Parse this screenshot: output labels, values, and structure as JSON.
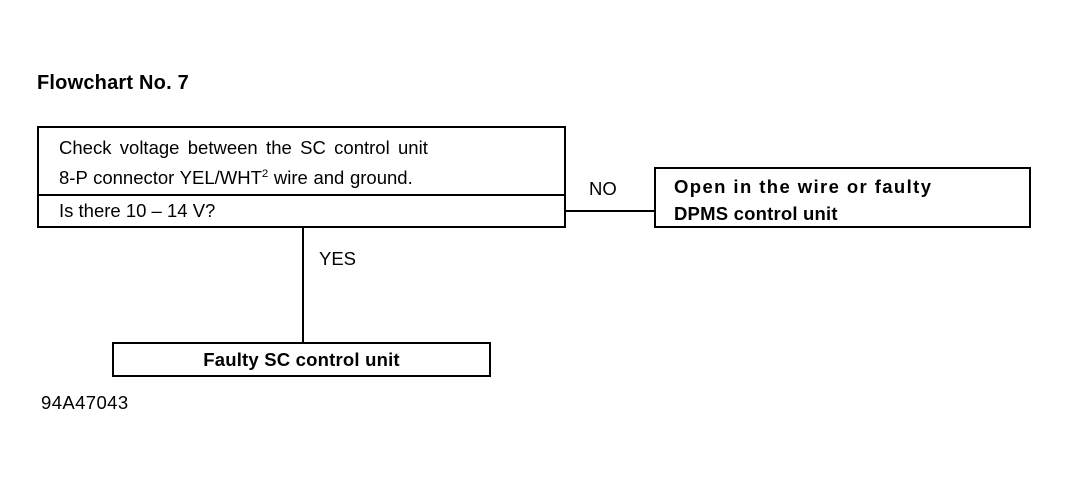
{
  "title": "Flowchart No. 7",
  "figure_id": "94A47043",
  "chart_data": {
    "type": "diagram",
    "diagram_kind": "flowchart",
    "title": "Flowchart No. 7",
    "nodes": [
      {
        "id": "decision",
        "role": "decision",
        "statement_line_1": "Check voltage between the SC control unit",
        "statement_line_2_before_sup": "8-P connector YEL/WHT",
        "statement_line_2_sup": "2",
        "statement_line_2_after_sup": " wire and ground.",
        "question": "Is there 10 – 14 V?"
      },
      {
        "id": "no-result",
        "role": "terminal",
        "line_1": "Open in the wire or faulty",
        "line_2": "DPMS control unit"
      },
      {
        "id": "yes-result",
        "role": "terminal",
        "line_1": "Faulty SC control unit"
      }
    ],
    "edges": [
      {
        "from": "decision",
        "to": "no-result",
        "label": "NO",
        "direction": "right"
      },
      {
        "from": "decision",
        "to": "yes-result",
        "label": "YES",
        "direction": "down"
      }
    ]
  },
  "decision": {
    "statement_line_1": "Check voltage between the SC control unit",
    "statement_line_2_before_sup": "8-P connector YEL/WHT",
    "statement_line_2_sup": "2",
    "statement_line_2_after_sup": " wire and ground.",
    "question": "Is there 10 – 14 V?"
  },
  "no_result": {
    "line_1": "Open in the wire or faulty",
    "line_2": "DPMS control unit"
  },
  "yes_result": {
    "line_1": "Faulty SC control unit"
  },
  "labels": {
    "no": "NO",
    "yes": "YES"
  },
  "colors": {
    "ink": "#000000",
    "background": "#ffffff"
  }
}
